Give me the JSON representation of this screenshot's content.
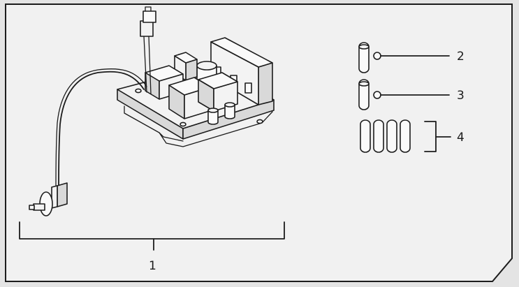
{
  "callouts": {
    "assembly": "1",
    "part_a": "2",
    "part_b": "3",
    "part_set": "4"
  },
  "colors": {
    "background": "#e4e4e4",
    "ink": "#1c1c1c",
    "paper": "#f3f3f3"
  }
}
